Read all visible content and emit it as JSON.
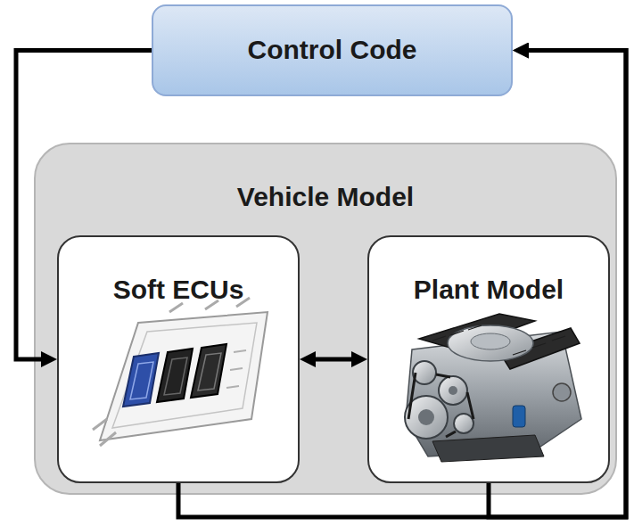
{
  "diagram": {
    "nodes": [
      {
        "text": [
          "Control Code"
        ]
      },
      {
        "text": [
          "Vehicle Model"
        ]
      },
      {
        "text": [
          "Soft ECUs"
        ],
        "in": 1
      },
      {
        "text": [
          "Plant Model"
        ],
        "in": 1
      }
    ],
    "edges": [
      {
        "from": 0,
        "to": 2,
        "arrow": "to"
      },
      {
        "from": 2,
        "to": 3,
        "arrow": "both"
      },
      {
        "from": 2,
        "to": 0,
        "arrow": "to"
      },
      {
        "from": 3,
        "to": 0,
        "arrow": "to"
      }
    ]
  }
}
